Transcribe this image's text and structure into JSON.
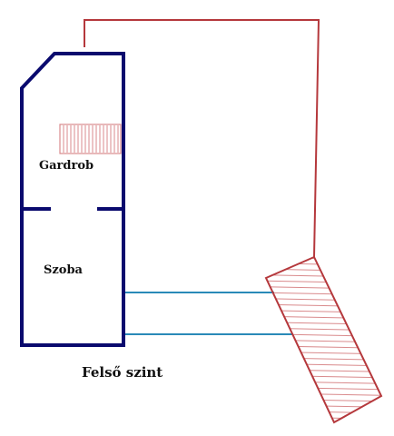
{
  "labels": {
    "room_upper": "Gardrob",
    "room_lower": "Szoba",
    "caption": "Felső szint"
  },
  "colors": {
    "wall": "#0a0a6e",
    "outline": "#b5383c",
    "hatch": "#d98a8c",
    "rail": "#2a8ab8",
    "text": "#111111"
  }
}
